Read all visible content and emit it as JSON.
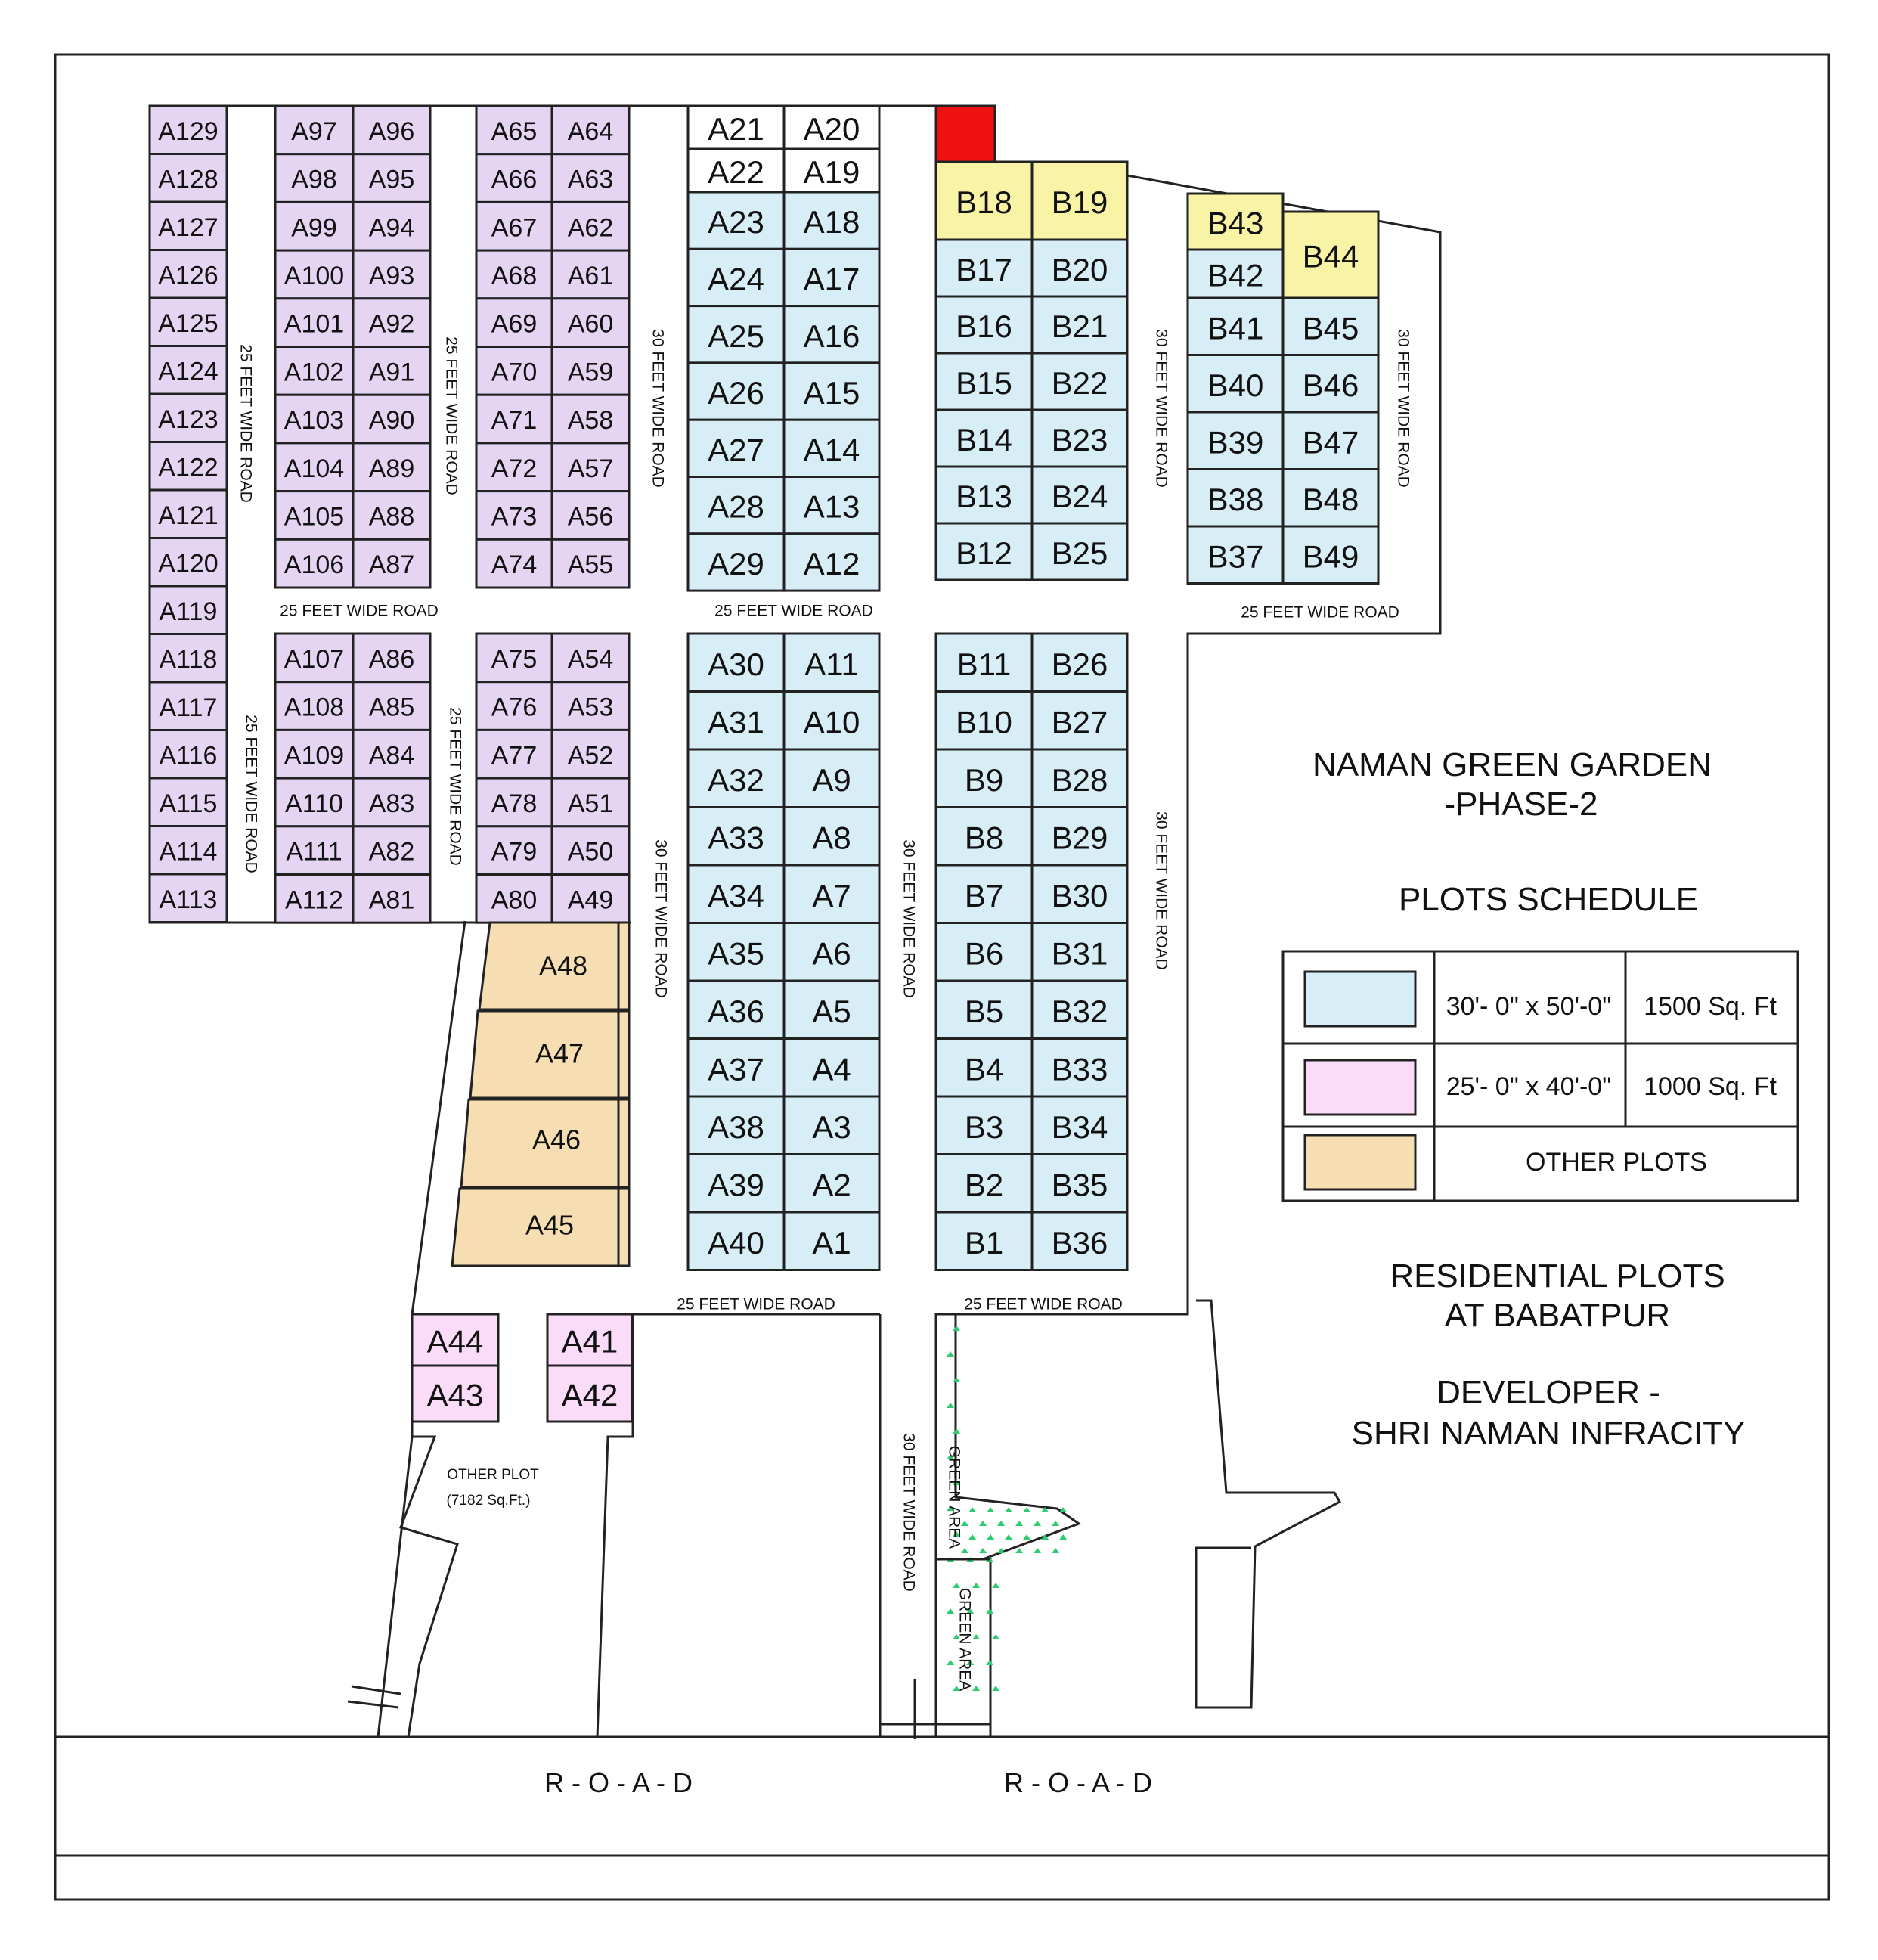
{
  "colors": {
    "standard": "#d8eef7",
    "small": "#e5d5f3",
    "pink": "#fbdcf8",
    "other": "#f6deb2",
    "corner": "#f8f3a5",
    "reserved": "#ee1111",
    "white": "#ffffff",
    "green": "#2ecc71"
  },
  "title": {
    "line1": "NAMAN GREEN GARDEN",
    "line2": "-PHASE-2"
  },
  "schedule": {
    "heading": "PLOTS SCHEDULE",
    "rows": [
      {
        "swatch": "standard",
        "size": "30'- 0\" x 50'-0\"",
        "area": "1500 Sq. Ft"
      },
      {
        "swatch": "pink",
        "size": "25'- 0\" x 40'-0\"",
        "area": "1000 Sq. Ft"
      },
      {
        "swatch": "other",
        "label": "OTHER PLOTS"
      }
    ]
  },
  "location": {
    "line1": "RESIDENTIAL PLOTS",
    "line2": "AT BABATPUR"
  },
  "developer": {
    "line1": "DEVELOPER -",
    "line2": "SHRI NAMAN INFRACITY"
  },
  "labels": {
    "road25": "25 FEET WIDE ROAD",
    "road30": "30 FEET WIDE ROAD",
    "main_road": "R - O - A - D",
    "green_area": "GREEN AREA",
    "other_plot": "OTHER PLOT",
    "other_plot_area": "(7182  Sq.Ft.)"
  },
  "plots": {
    "col1": [
      "A129",
      "A128",
      "A127",
      "A126",
      "A125",
      "A124",
      "A123",
      "A122",
      "A121",
      "A120",
      "A119",
      "A118",
      "A117",
      "A116",
      "A115",
      "A114",
      "A113"
    ],
    "blockA_left_top": [
      "A97",
      "A98",
      "A99",
      "A100",
      "A101",
      "A102",
      "A103",
      "A104",
      "A105",
      "A106"
    ],
    "blockA_right_top": [
      "A96",
      "A95",
      "A94",
      "A93",
      "A92",
      "A91",
      "A90",
      "A89",
      "A88",
      "A87"
    ],
    "blockA_left_bot": [
      "A107",
      "A108",
      "A109",
      "A110",
      "A111",
      "A112"
    ],
    "blockA_right_bot": [
      "A86",
      "A85",
      "A84",
      "A83",
      "A82",
      "A81"
    ],
    "blockB_left_top": [
      "A65",
      "A66",
      "A67",
      "A68",
      "A69",
      "A70",
      "A71",
      "A72",
      "A73",
      "A74"
    ],
    "blockB_right_top": [
      "A64",
      "A63",
      "A62",
      "A61",
      "A60",
      "A59",
      "A58",
      "A57",
      "A56",
      "A55"
    ],
    "blockB_left_bot": [
      "A75",
      "A76",
      "A77",
      "A78",
      "A79",
      "A80"
    ],
    "blockB_right_bot": [
      "A54",
      "A53",
      "A52",
      "A51",
      "A50",
      "A49"
    ],
    "other_plots": [
      "A48",
      "A47",
      "A46",
      "A45"
    ],
    "blockC_white_left": [
      "A21",
      "A22"
    ],
    "blockC_white_right": [
      "A20",
      "A19"
    ],
    "blockC_left_top": [
      "A23",
      "A24",
      "A25",
      "A26",
      "A27",
      "A28",
      "A29"
    ],
    "blockC_right_top": [
      "A18",
      "A17",
      "A16",
      "A15",
      "A14",
      "A13",
      "A12"
    ],
    "blockC_left_bot": [
      "A30",
      "A31",
      "A32",
      "A33",
      "A34",
      "A35",
      "A36",
      "A37",
      "A38",
      "A39",
      "A40"
    ],
    "blockC_right_bot": [
      "A11",
      "A10",
      "A9",
      "A8",
      "A7",
      "A6",
      "A5",
      "A4",
      "A3",
      "A2",
      "A1"
    ],
    "blockD_corner": [
      "B18",
      "B19"
    ],
    "blockD_left_top": [
      "B17",
      "B16",
      "B15",
      "B14",
      "B13",
      "B12"
    ],
    "blockD_right_top": [
      "B20",
      "B21",
      "B22",
      "B23",
      "B24",
      "B25"
    ],
    "blockD_left_bot": [
      "B11",
      "B10",
      "B9",
      "B8",
      "B7",
      "B6",
      "B5",
      "B4",
      "B3",
      "B2",
      "B1"
    ],
    "blockD_right_bot": [
      "B26",
      "B27",
      "B28",
      "B29",
      "B30",
      "B31",
      "B32",
      "B33",
      "B34",
      "B35",
      "B36"
    ],
    "blockE_corner": [
      "B43",
      "B42",
      "B44"
    ],
    "blockE_left": [
      "B41",
      "B40",
      "B39",
      "B38",
      "B37"
    ],
    "blockE_right": [
      "B45",
      "B46",
      "B47",
      "B48",
      "B49"
    ],
    "pink_pair_left": [
      "A44",
      "A43"
    ],
    "pink_pair_right": [
      "A41",
      "A42"
    ]
  }
}
